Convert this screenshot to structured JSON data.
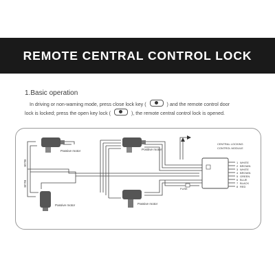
{
  "header": {
    "title": "REMOTE CENTRAL CONTROL LOCK"
  },
  "section": {
    "title": "1.Basic operation",
    "line1_a": "In driving or non-warning mode, press close lock key",
    "line1_b": ") and the remote control door",
    "line2_a": "lock is locked; press the open key lock (",
    "line2_b": "), the remote central control lock is opened."
  },
  "diagram": {
    "motor_label": "Passive motor",
    "motor_label_alt": "Positive motor",
    "module_title_1": "CENTRAL LOCKING",
    "module_title_2": "CONTROL MODULE",
    "wire_colors": [
      "WHITE",
      "BROWN",
      "WHITE",
      "BROWN",
      "GREEN",
      "BLUE",
      "BLACK",
      "RED"
    ],
    "wire_numbers": [
      "1",
      "2",
      "3",
      "4",
      "5",
      "6",
      "7",
      "8"
    ],
    "side_labels": {
      "left_top": "BLUE",
      "left_bottom": "BLUE",
      "fuse": "FUSE"
    },
    "colors": {
      "banner": "#1a1a1a",
      "line": "#444444",
      "frame": "#9a9a9a"
    }
  }
}
